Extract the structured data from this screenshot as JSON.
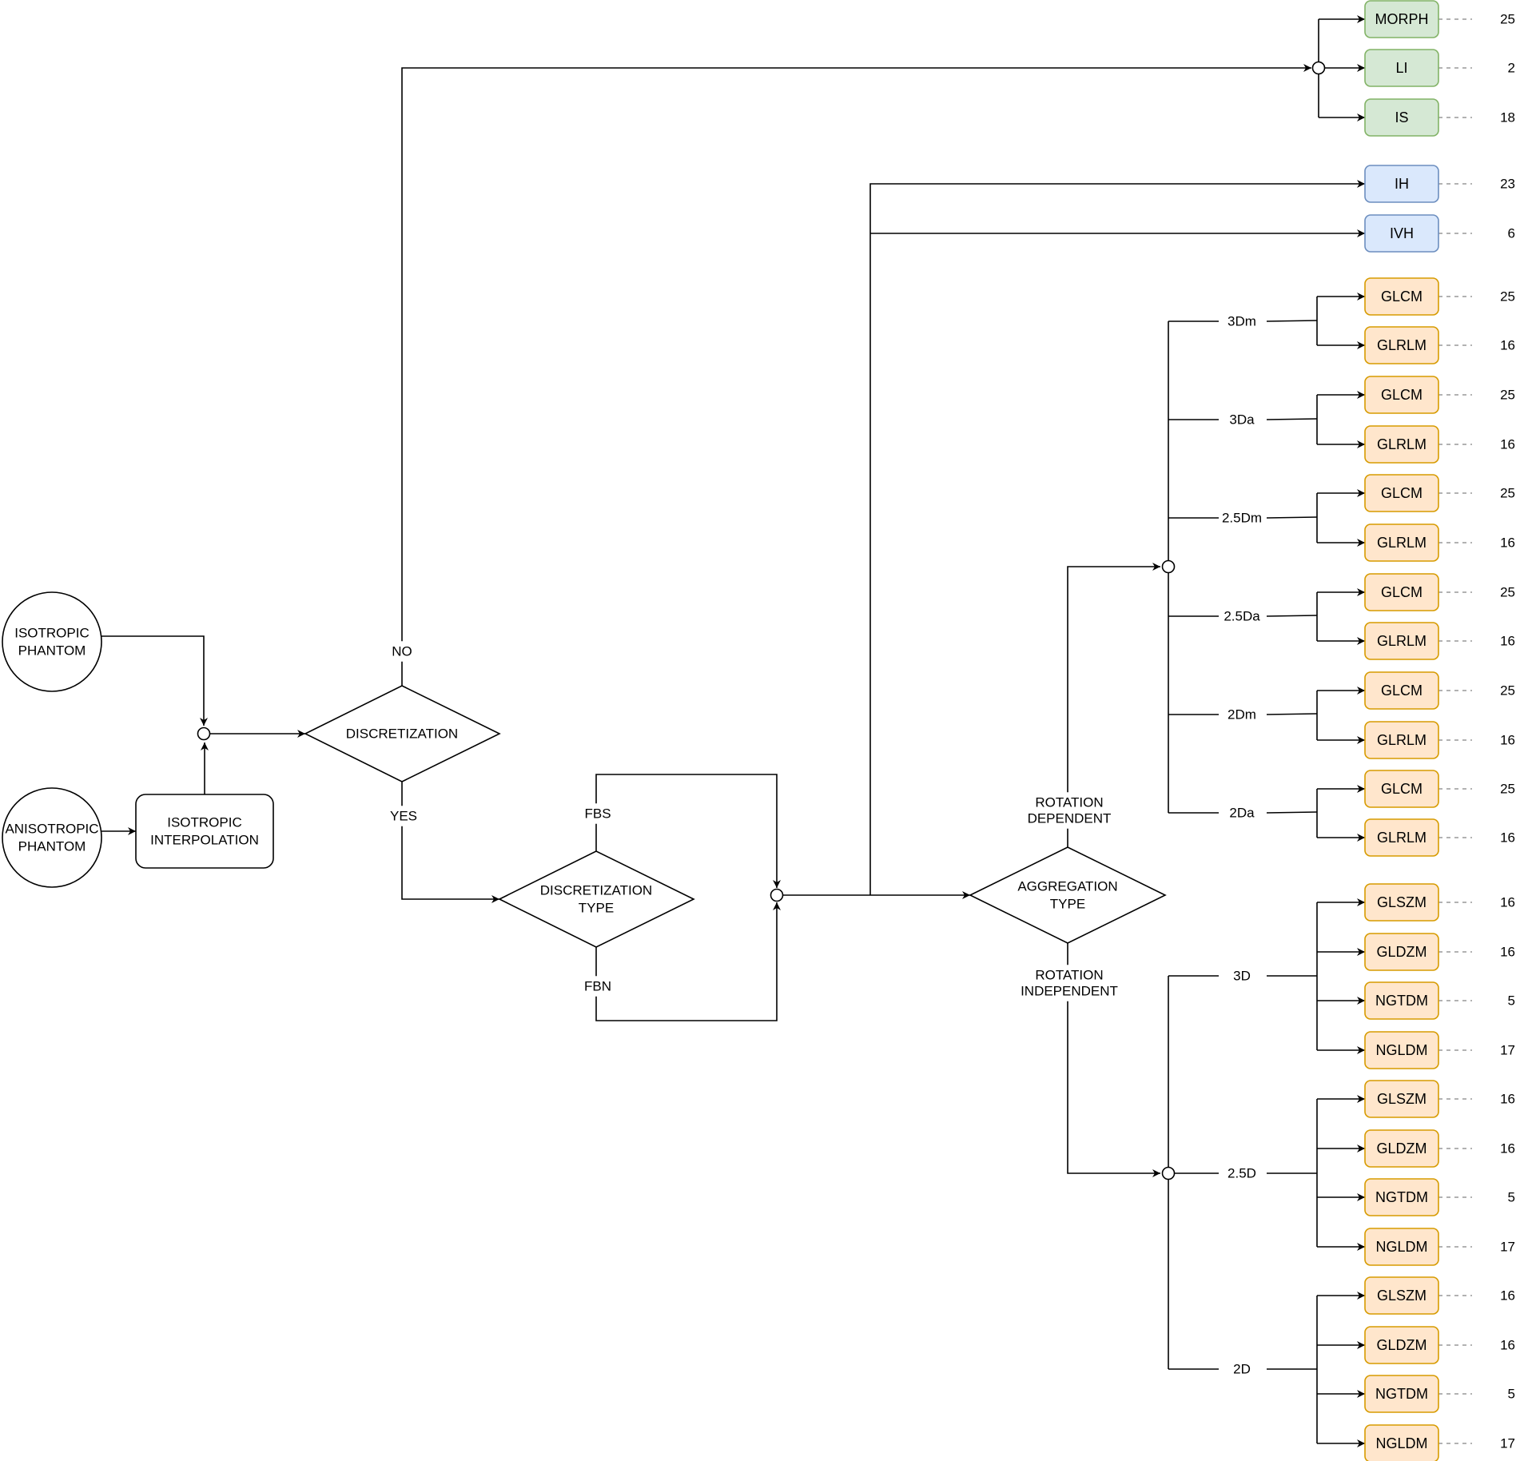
{
  "nodes": {
    "iso_phantom": [
      "ISOTROPIC",
      "PHANTOM"
    ],
    "aniso_phantom": [
      "ANISOTROPIC",
      "PHANTOM"
    ],
    "iso_interp": [
      "ISOTROPIC",
      "INTERPOLATION"
    ],
    "discretization": [
      "DISCRETIZATION"
    ],
    "disc_type": [
      "DISCRETIZATION",
      "TYPE"
    ],
    "agg_type": [
      "AGGREGATION",
      "TYPE"
    ]
  },
  "edge_labels": {
    "no": "NO",
    "yes": "YES",
    "fbs": "FBS",
    "fbn": "FBN",
    "rot_dep": [
      "ROTATION",
      "DEPENDENT"
    ],
    "rot_indep": [
      "ROTATION",
      "INDEPENDENT"
    ]
  },
  "dep_aggregations": [
    "3Dm",
    "3Da",
    "2.5Dm",
    "2.5Da",
    "2Dm",
    "2Da"
  ],
  "indep_aggregations": [
    "3D",
    "2.5D",
    "2D"
  ],
  "feature_families": [
    {
      "label": "MORPH",
      "count": "25",
      "group": "morph"
    },
    {
      "label": "LI",
      "count": "2",
      "group": "morph"
    },
    {
      "label": "IS",
      "count": "18",
      "group": "morph"
    },
    {
      "label": "IH",
      "count": "23",
      "group": "hist"
    },
    {
      "label": "IVH",
      "count": "6",
      "group": "hist"
    },
    {
      "label": "GLCM",
      "count": "25",
      "group": "tex"
    },
    {
      "label": "GLRLM",
      "count": "16",
      "group": "tex"
    },
    {
      "label": "GLCM",
      "count": "25",
      "group": "tex"
    },
    {
      "label": "GLRLM",
      "count": "16",
      "group": "tex"
    },
    {
      "label": "GLCM",
      "count": "25",
      "group": "tex"
    },
    {
      "label": "GLRLM",
      "count": "16",
      "group": "tex"
    },
    {
      "label": "GLCM",
      "count": "25",
      "group": "tex"
    },
    {
      "label": "GLRLM",
      "count": "16",
      "group": "tex"
    },
    {
      "label": "GLCM",
      "count": "25",
      "group": "tex"
    },
    {
      "label": "GLRLM",
      "count": "16",
      "group": "tex"
    },
    {
      "label": "GLCM",
      "count": "25",
      "group": "tex"
    },
    {
      "label": "GLRLM",
      "count": "16",
      "group": "tex"
    },
    {
      "label": "GLSZM",
      "count": "16",
      "group": "tex"
    },
    {
      "label": "GLDZM",
      "count": "16",
      "group": "tex"
    },
    {
      "label": "NGTDM",
      "count": "5",
      "group": "tex"
    },
    {
      "label": "NGLDM",
      "count": "17",
      "group": "tex"
    },
    {
      "label": "GLSZM",
      "count": "16",
      "group": "tex"
    },
    {
      "label": "GLDZM",
      "count": "16",
      "group": "tex"
    },
    {
      "label": "NGTDM",
      "count": "5",
      "group": "tex"
    },
    {
      "label": "NGLDM",
      "count": "17",
      "group": "tex"
    },
    {
      "label": "GLSZM",
      "count": "16",
      "group": "tex"
    },
    {
      "label": "GLDZM",
      "count": "16",
      "group": "tex"
    },
    {
      "label": "NGTDM",
      "count": "5",
      "group": "tex"
    },
    {
      "label": "NGLDM",
      "count": "17",
      "group": "tex"
    }
  ],
  "colors": {
    "morph_fill": "#d5e8d4",
    "morph_stroke": "#82b366",
    "hist_fill": "#dae8fc",
    "hist_stroke": "#6c8ebf",
    "tex_fill": "#ffe6cc",
    "tex_stroke": "#d79b00",
    "line": "#000000",
    "dash": "#999999"
  }
}
